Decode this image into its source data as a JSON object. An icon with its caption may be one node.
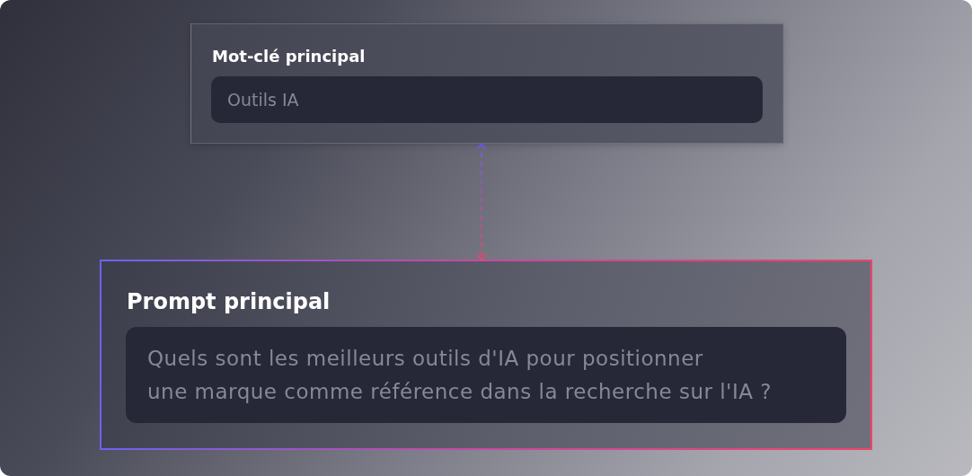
{
  "diagram": {
    "nodes": [
      {
        "text": [
          "Mot-clé principal"
        ]
      },
      {
        "text": [
          "Outils IA"
        ],
        "in": 0
      },
      {
        "text": [
          "Prompt principal"
        ]
      },
      {
        "text": [
          "Quels sont les meilleurs outils d'IA pour positionner une marque comme référence dans la recherche sur l'IA ?"
        ],
        "in": 2
      }
    ],
    "edges": [
      {
        "from": 0,
        "to": 2,
        "arrow": "both",
        "style": "dashed"
      }
    ]
  }
}
